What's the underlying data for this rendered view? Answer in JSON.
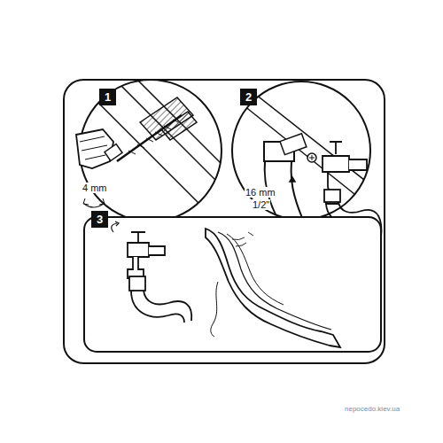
{
  "diagram": {
    "nodes": [
      {
        "text": [
          "1"
        ]
      },
      {
        "text": [
          "2"
        ]
      },
      {
        "text": [
          "3"
        ]
      }
    ],
    "labels": [
      "4 mm",
      "16 mm",
      "1/2\"",
      "nepocedo.kiev.ua"
    ]
  }
}
